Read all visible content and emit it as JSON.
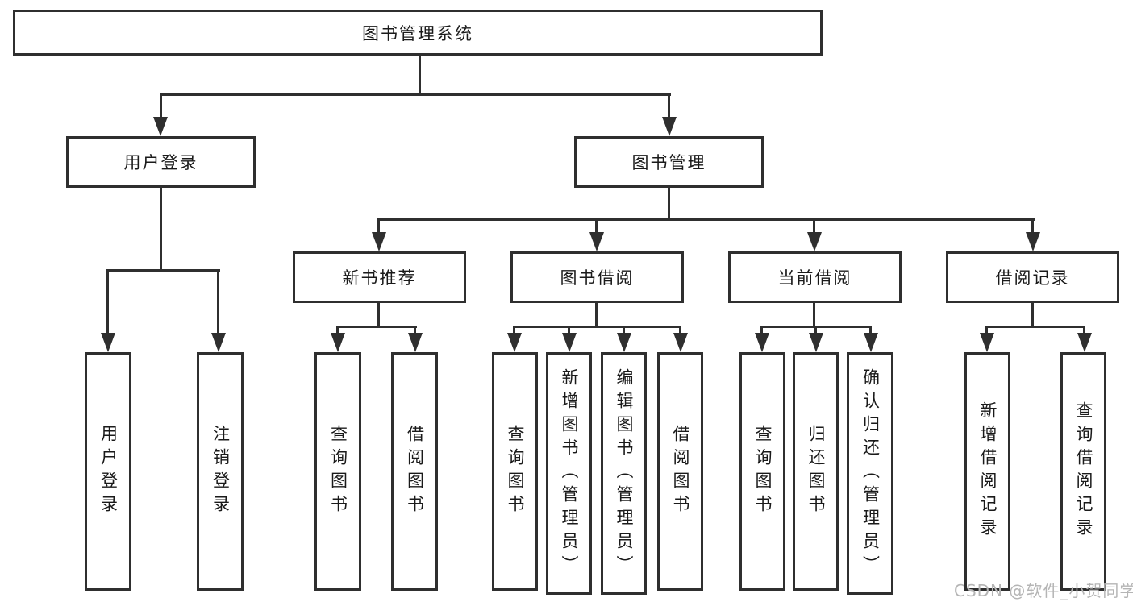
{
  "diagram": {
    "root": "图书管理系统",
    "level2": {
      "user_login": "用户登录",
      "book_mgmt": "图书管理"
    },
    "level3": {
      "new_book_rec": "新书推荐",
      "book_borrow": "图书借阅",
      "current_borrow": "当前借阅",
      "borrow_record": "借阅记录"
    },
    "leaves": {
      "user_login": [
        "用户登录",
        "注销登录"
      ],
      "new_book_rec": [
        "查询图书",
        "借阅图书"
      ],
      "book_borrow": [
        "查询图书",
        "新增图书（管理员）",
        "编辑图书（管理员）",
        "借阅图书"
      ],
      "current_borrow": [
        "查询图书",
        "归还图书",
        "确认归还（管理员）"
      ],
      "borrow_record": [
        "新增借阅记录",
        "查询借阅记录"
      ]
    }
  },
  "watermark": "CSDN @软件_小贺同学",
  "colors": {
    "line": "#2f2f2f",
    "text": "#1a1a1a",
    "watermark": "#b5b5b5",
    "background": "#ffffff"
  }
}
